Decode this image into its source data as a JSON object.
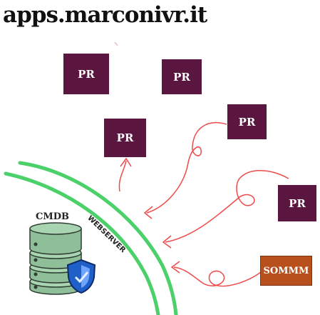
{
  "header": {
    "title": "apps.marconivr.it"
  },
  "diagram": {
    "nodes": {
      "pr_1": "PR",
      "pr_2": "PR",
      "pr_3": "PR",
      "pr_4": "PR",
      "pr_5": "PR",
      "sommm": "SOMMM"
    },
    "cmdb_label": "CMDB",
    "webserver_label": "WEBSERVER"
  },
  "colors": {
    "pr_box": "#5b1640",
    "sommm_box": "#b8501e",
    "arrows": "#ee4b4b",
    "webserver_lines": "#4cd06a",
    "database": "#9cc9a4",
    "shield": "#1f5fc8"
  },
  "icons": [
    "database-icon",
    "shield-icon"
  ]
}
